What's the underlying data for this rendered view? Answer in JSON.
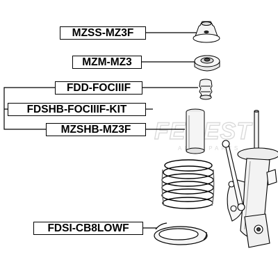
{
  "parts": [
    {
      "id": "mzss",
      "label": "MZSS-MZ3F"
    },
    {
      "id": "mzm",
      "label": "MZM-MZ3"
    },
    {
      "id": "fdd",
      "label": "FDD-FOCIIIF"
    },
    {
      "id": "fdshb",
      "label": "FDSHB-FOCIIIF-KIT"
    },
    {
      "id": "mzshb",
      "label": "MZSHB-MZ3F"
    },
    {
      "id": "fdsi",
      "label": "FDSI-CB8LOWF"
    }
  ],
  "watermark": {
    "brand": "FEBEST",
    "tagline": "AUTO PARTS"
  },
  "colors": {
    "line": "#000000",
    "watermark": "#bdbdbd",
    "background": "#ffffff"
  }
}
